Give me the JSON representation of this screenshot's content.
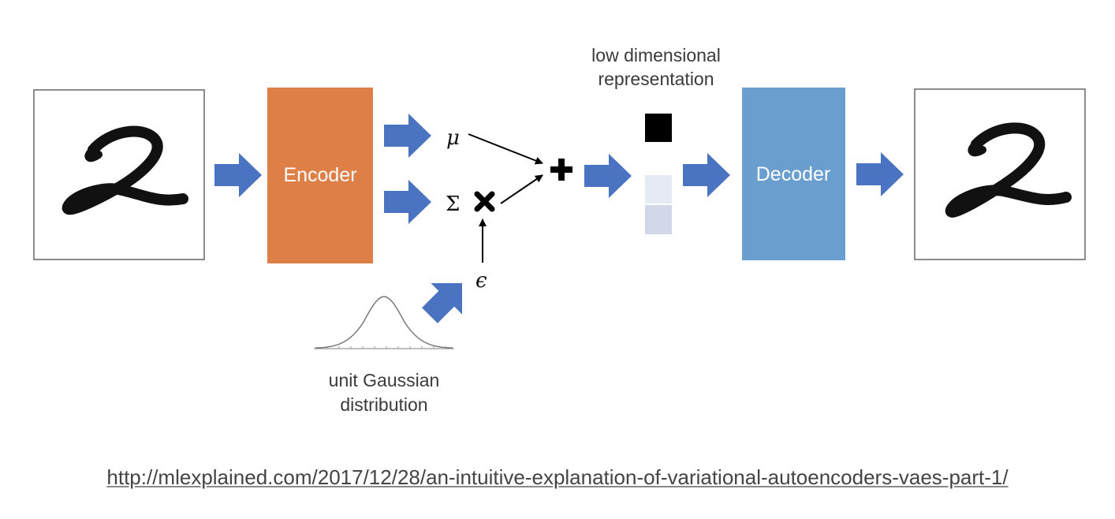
{
  "diagram": {
    "encoder_label": "Encoder",
    "decoder_label": "Decoder",
    "mu_symbol": "μ",
    "sigma_symbol": "Σ",
    "epsilon_symbol": "ϵ",
    "latent_label_line1": "low dimensional",
    "latent_label_line2": "representation",
    "gaussian_label_line1": "unit Gaussian",
    "gaussian_label_line2": "distribution",
    "colors": {
      "encoder": "#DE7F47",
      "decoder": "#6A9ECF",
      "arrow": "#4A74C2",
      "latent_dark": "#000000",
      "latent_light_1": "#E6EAF4",
      "latent_light_2": "#D2D8EA"
    },
    "icons": [
      "digit-two-input-image",
      "digit-two-output-image",
      "multiply-icon",
      "plus-icon",
      "gaussian-curve-icon",
      "block-arrow-icon"
    ]
  },
  "footer": {
    "source_url": "http://mlexplained.com/2017/12/28/an-intuitive-explanation-of-variational-autoencoders-vaes-part-1/"
  }
}
